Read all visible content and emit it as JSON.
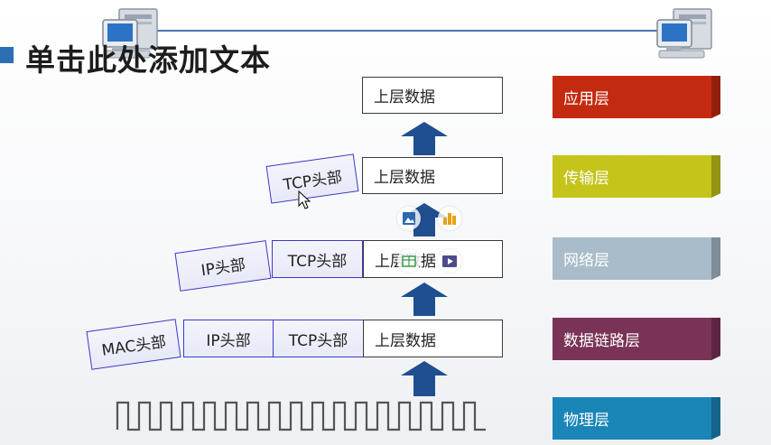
{
  "slide": {
    "title": "单击此处添加文本",
    "colors": {
      "accent_blue": "#2c6fb5",
      "arrow_blue": "#1f4f8f",
      "header_border": "#3b39c8"
    }
  },
  "stacks": {
    "top": {
      "data": "上层数据"
    },
    "transport": {
      "tcp": "TCP头部",
      "data": "上层数据"
    },
    "network": {
      "ip": "IP头部",
      "tcp": "TCP头部",
      "data": "上层数据"
    },
    "link": {
      "mac": "MAC头部",
      "ip": "IP头部",
      "tcp": "TCP头部",
      "data": "上层数据"
    }
  },
  "layers": [
    {
      "label": "应用层",
      "color": "#c42a10"
    },
    {
      "label": "传输层",
      "color": "#c4c41a"
    },
    {
      "label": "网络层",
      "color": "#a8bcc9"
    },
    {
      "label": "数据链路层",
      "color": "#7a3356"
    },
    {
      "label": "物理层",
      "color": "#1a86b8"
    }
  ],
  "icons": [
    "computer-icon",
    "image-icon",
    "bar-chart-icon",
    "table-icon",
    "video-icon",
    "cursor-icon"
  ]
}
